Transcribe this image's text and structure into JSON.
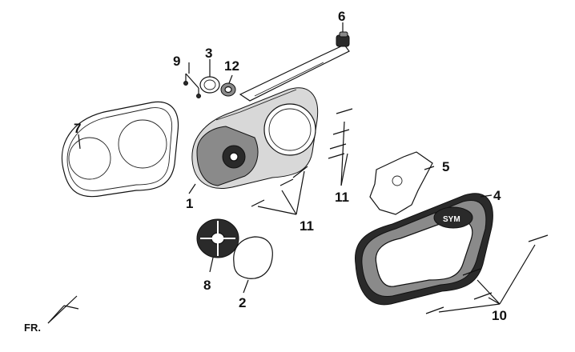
{
  "labels": {
    "p1": "1",
    "p2": "2",
    "p3": "3",
    "p4": "4",
    "p5": "5",
    "p6": "6",
    "p7": "7",
    "p8": "8",
    "p9": "9",
    "p10": "10",
    "p11a": "11",
    "p11b": "11",
    "p12": "12",
    "fr": "FR.",
    "logo": "SYM"
  }
}
